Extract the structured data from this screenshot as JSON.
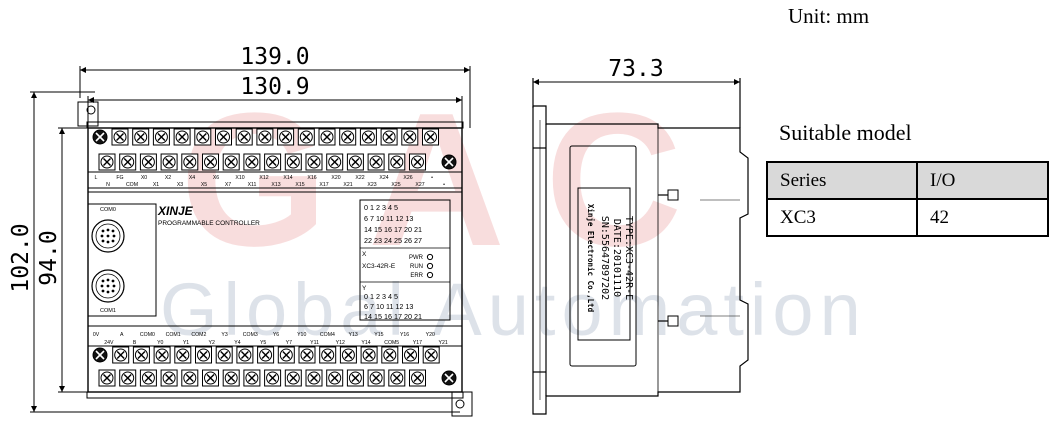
{
  "unit_label": "Unit: mm",
  "front_view": {
    "dims": {
      "outer_width": "139.0",
      "inner_width": "130.9",
      "outer_height": "102.0",
      "inner_height": "94.0"
    },
    "brand": "XINJE",
    "subtitle": "PROGRAMMABLE CONTROLLER",
    "com_ports": [
      "COM0",
      "COM1"
    ],
    "top_terminal_labels": [
      "L",
      "N",
      "FG",
      "COM",
      "X0",
      "X1",
      "X2",
      "X3",
      "X4",
      "X5",
      "X6",
      "X7",
      "X10",
      "X11",
      "X12",
      "X13",
      "X14",
      "X15",
      "X16",
      "X17",
      "X20",
      "X21",
      "X22",
      "X23",
      "X24",
      "X25",
      "X26",
      "X27",
      "•",
      "•"
    ],
    "bottom_terminal_labels": [
      "0V",
      "24V",
      "A",
      "B",
      "COM0",
      "Y0",
      "COM1",
      "Y1",
      "COM2",
      "Y2",
      "Y3",
      "Y4",
      "COM3",
      "Y5",
      "Y6",
      "Y7",
      "Y10",
      "Y11",
      "COM4",
      "Y12",
      "Y13",
      "Y14",
      "Y15",
      "COM5",
      "Y16",
      "Y17",
      "Y20",
      "Y21"
    ],
    "x_led_rows": [
      "0 1 2 3 4 5",
      "6 7 10 11 12 13",
      "14 15 16 17 20 21",
      "22 23 24 25 26 27"
    ],
    "y_led_rows": [
      "0 1 2 3 4 5",
      "6 7 10 11 12 13",
      "14 15 16 17 20 21"
    ],
    "x_label": "X",
    "y_label": "Y",
    "model_text": "XC3-42R-E",
    "status_leds": [
      "PWR",
      "RUN",
      "ERR"
    ]
  },
  "side_view": {
    "width_dim": "73.3",
    "label_lines": [
      "TYPE:XC3-42R-E",
      "DATE:20101110",
      "SN:55647897202",
      "Xinje Electronic Co.,Ltd"
    ]
  },
  "watermark": {
    "logo": "GAC",
    "text": "Global Automation"
  },
  "model_table": {
    "title": "Suitable model",
    "headers": [
      "Series",
      "I/O"
    ],
    "rows": [
      [
        "XC3",
        "42"
      ]
    ]
  }
}
